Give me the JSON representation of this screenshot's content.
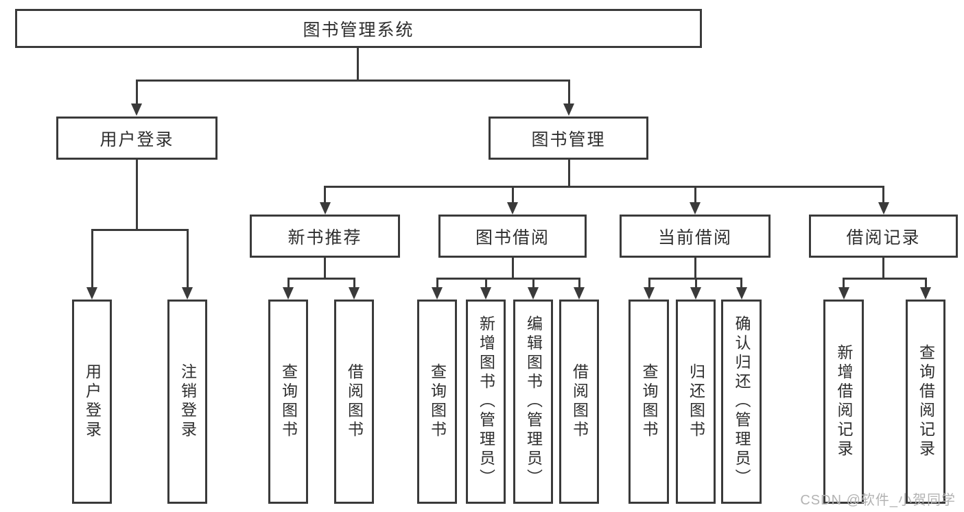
{
  "nodes": {
    "root": "图书管理系统",
    "level2": {
      "user_login": "用户登录",
      "book_management": "图书管理"
    },
    "level3": {
      "new_book_recommend": "新书推荐",
      "book_borrowing": "图书借阅",
      "current_borrowing": "当前借阅",
      "borrowing_records": "借阅记录"
    },
    "leaves": {
      "user_login": "用户登录",
      "logout": "注销登录",
      "rec_query_books": "查询图书",
      "rec_borrow_books": "借阅图书",
      "bb_query_books": "查询图书",
      "bb_add_books": "新增图书（管理员）",
      "bb_edit_books": "编辑图书（管理员）",
      "bb_borrow_books": "借阅图书",
      "cb_query_books": "查询图书",
      "cb_return_books": "归还图书",
      "cb_confirm_return": "确认归还（管理员）",
      "br_add_record": "新增借阅记录",
      "br_query_record": "查询借阅记录"
    }
  },
  "watermark": {
    "text": "CSDN @软件_小贺同学"
  },
  "colors": {
    "line": "#3a3a3a",
    "text": "#2e2e2e",
    "watermark": "#b3b3b3",
    "background": "#ffffff"
  }
}
